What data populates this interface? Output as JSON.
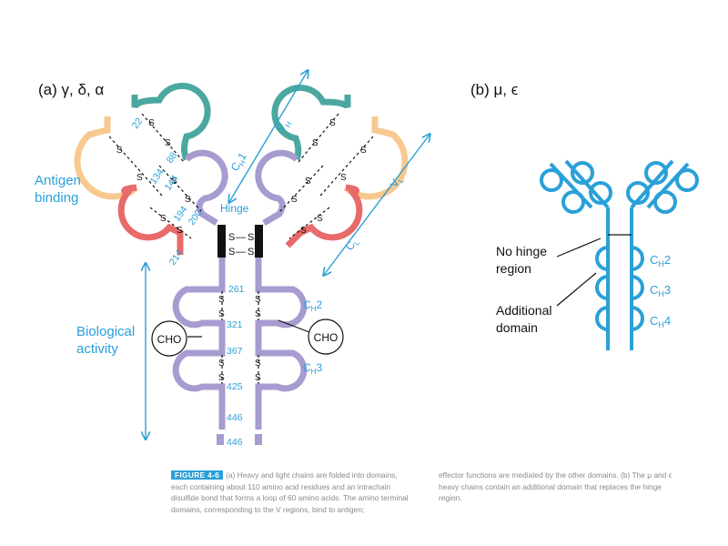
{
  "panel_a": {
    "title": "(a) γ, δ, α",
    "labels": {
      "vh": "V",
      "vh_sub": "H",
      "vl": "V",
      "vl_sub": "L",
      "ch1": "C",
      "ch1_sub": "H",
      "ch1_num": "1",
      "cl": "C",
      "cl_sub": "L",
      "ch2": "C",
      "ch2_sub": "H",
      "ch2_num": "2",
      "ch3": "C",
      "ch3_sub": "H",
      "ch3_num": "3",
      "hinge": "Hinge",
      "antigen_line1": "Antigen",
      "antigen_line2": "binding",
      "bio_line1": "Biological",
      "bio_line2": "activity",
      "cho": "CHO",
      "ss": "S",
      "dash": "—"
    },
    "residues": {
      "r22": "22",
      "r88": "88",
      "r134": "134",
      "r144": "144",
      "r194": "194",
      "r200": "200",
      "r214": "214",
      "r261": "261",
      "r321": "321",
      "r367": "367",
      "r425": "425",
      "r446a": "446",
      "r446b": "446"
    }
  },
  "panel_b": {
    "title": "(b) μ, ϵ",
    "no_hinge_line1": "No hinge",
    "no_hinge_line2": "region",
    "additional_line1": "Additional",
    "additional_line2": "domain",
    "ch2": "C",
    "ch2_sub": "H",
    "ch2_num": "2",
    "ch3": "C",
    "ch3_sub": "H",
    "ch3_num": "3",
    "ch4": "C",
    "ch4_sub": "H",
    "ch4_num": "4"
  },
  "caption": {
    "figure_label": "FIGURE 4-6",
    "left_text": "(a) Heavy and light chains are folded into domains, each containing about 110 amino acid residues and an intrachain disulfide bond that forms a loop of 60 amino acids. The amino terminal domains, corresponding to the V regions, bind to antigen;",
    "right_text": "effector functions are mediated by the other domains. (b) The μ and ϵ heavy chains contain an additional domain that replaces the hinge region."
  },
  "colors": {
    "heavy_variable": "#4aa8a0",
    "heavy_constant": "#a79bd0",
    "light_variable": "#f7c98f",
    "light_constant": "#e86a6a",
    "accent_blue": "#2aa0d8",
    "hinge_black": "#000000",
    "caption_gray": "#8a8a8a"
  }
}
